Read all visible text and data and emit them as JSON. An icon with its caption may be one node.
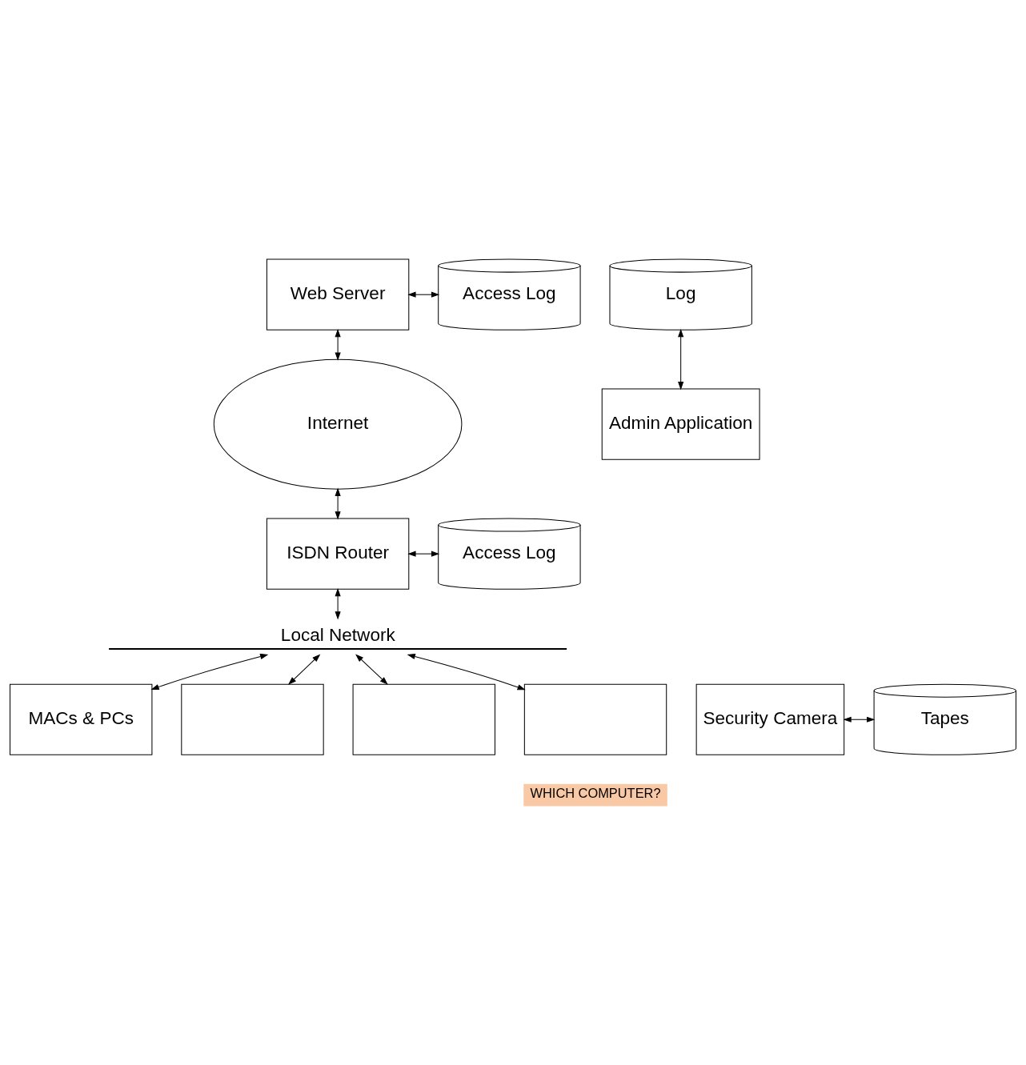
{
  "diagram": {
    "nodes": [
      {
        "text": [
          "Web Server"
        ]
      },
      {
        "text": [
          "Access Log"
        ]
      },
      {
        "text": [
          "Internet"
        ]
      },
      {
        "text": [
          "Access Log"
        ]
      },
      {
        "text": [
          "ISDN Router"
        ]
      },
      {
        "text": [
          "Local Network"
        ]
      },
      {
        "text": [
          "MACs & PCs"
        ]
      },
      {
        "text": [],
        "shape": "box"
      },
      {
        "text": [],
        "shape": "box"
      },
      {
        "text": [],
        "shape": "box"
      },
      {
        "text": [
          "Log"
        ]
      },
      {
        "text": [
          "Admin Application"
        ]
      },
      {
        "text": [
          "Tapes"
        ]
      },
      {
        "text": [
          "Security Camera"
        ]
      }
    ],
    "edges": [
      {
        "from": 0,
        "to": 1,
        "arrow": "both"
      },
      {
        "from": 0,
        "to": 2,
        "arrow": "both"
      },
      {
        "from": 2,
        "to": 4,
        "arrow": "both"
      },
      {
        "from": 4,
        "to": 3,
        "arrow": "both"
      },
      {
        "from": 4,
        "to": 5,
        "arrow": "both"
      },
      {
        "from": 5,
        "to": 6,
        "arrow": "both"
      },
      {
        "from": 5,
        "to": 7,
        "arrow": "both"
      },
      {
        "from": 5,
        "to": 8,
        "arrow": "both"
      },
      {
        "from": 5,
        "to": 9,
        "arrow": "both"
      },
      {
        "from": 10,
        "to": 11,
        "arrow": "both"
      },
      {
        "from": 13,
        "to": 12,
        "arrow": "both"
      }
    ],
    "labels": [
      "WHICH COMPUTER?"
    ]
  }
}
